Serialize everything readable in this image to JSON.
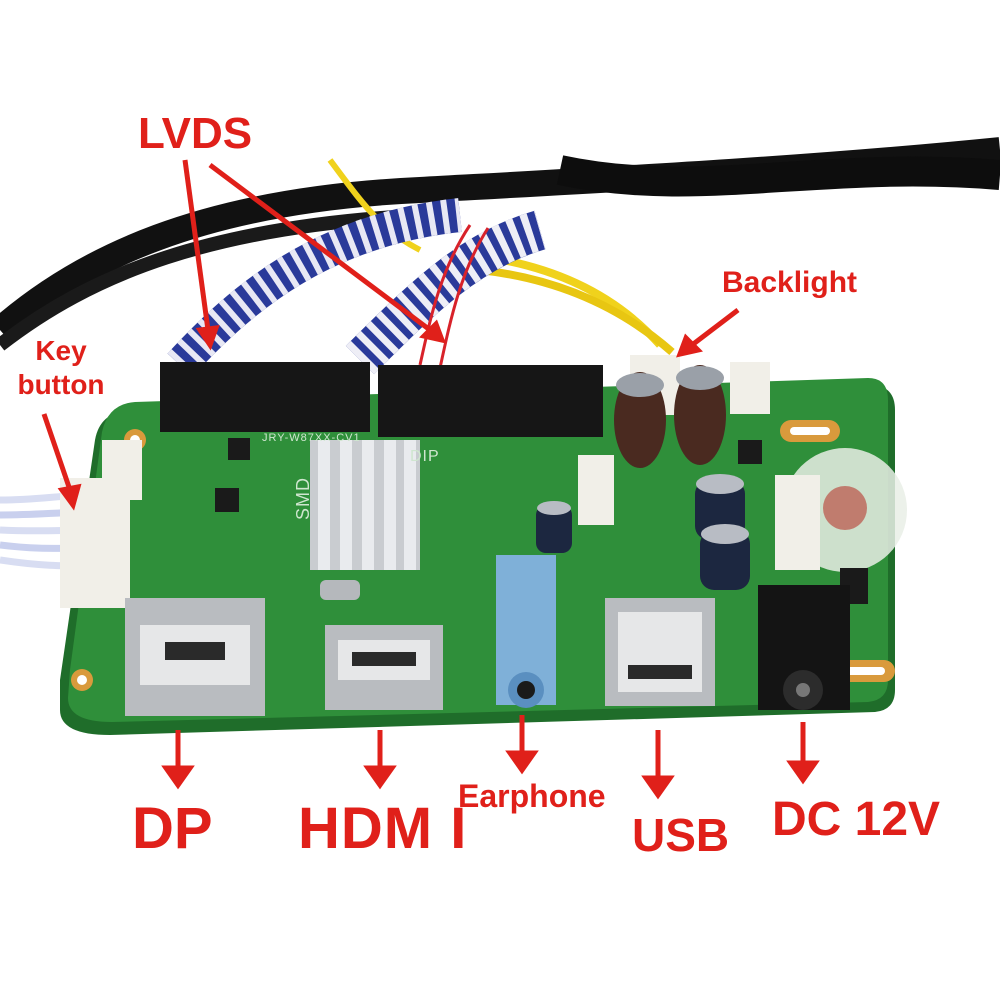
{
  "labels": {
    "lvds": "LVDS",
    "key_button_line1": "Key",
    "key_button_line2": "button",
    "backlight": "Backlight",
    "dp": "DP",
    "hdmi": "HDM I",
    "earphone": "Earphone",
    "usb": "USB",
    "dc": "DC 12V"
  },
  "board": {
    "model": "JRY-W87XX-CV1",
    "smd": "SMD",
    "dip": "DIP"
  },
  "colors": {
    "label": "#e0201a",
    "pcb": "#2f8f3a",
    "pcb_edge": "#1f6d2a"
  }
}
